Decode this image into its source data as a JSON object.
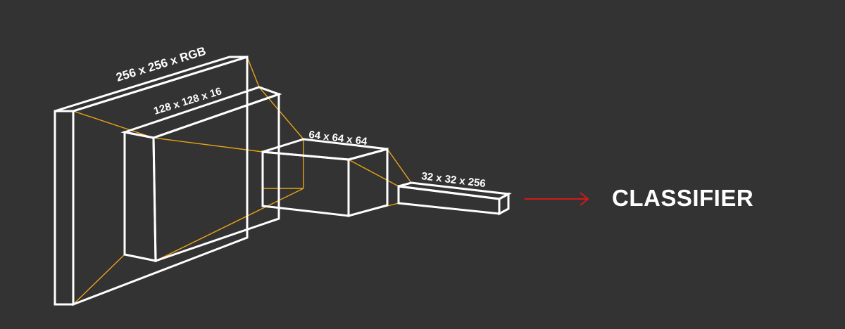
{
  "layers": [
    {
      "label": "256 x 256 x RGB"
    },
    {
      "label": "128 x 128 x 16"
    },
    {
      "label": "64 x 64 x 64"
    },
    {
      "label": "32 x 32 x 256"
    }
  ],
  "output": {
    "label": "CLASSIFIER"
  },
  "colors": {
    "background": "#333333",
    "box_stroke": "#ffffff",
    "connector": "#e8a317",
    "arrow": "#d11a1a"
  }
}
